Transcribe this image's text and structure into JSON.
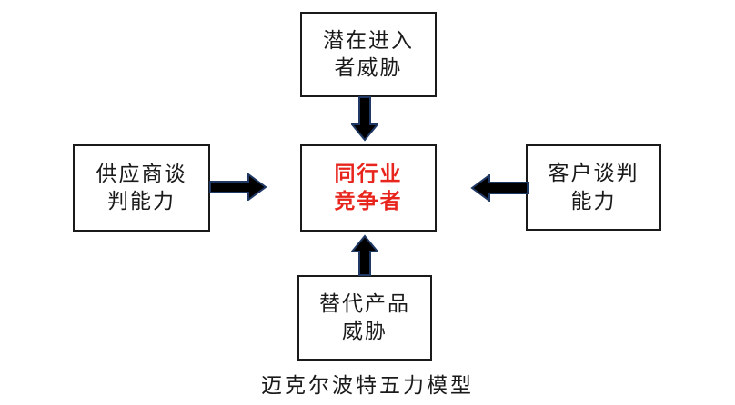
{
  "caption": "迈克尔波特五力模型",
  "nodes": {
    "top": {
      "line1": "潜在进入",
      "line2": "者威胁"
    },
    "left": {
      "line1": "供应商谈",
      "line2": "判能力"
    },
    "center": {
      "line1": "同行业",
      "line2": "竞争者"
    },
    "right": {
      "line1": "客户谈判",
      "line2": "能力"
    },
    "bottom": {
      "line1": "替代产品",
      "line2": "威胁"
    }
  },
  "colors": {
    "box_border": "#1a1a1a",
    "arrow_fill": "#000000",
    "arrow_outline": "#1f3864",
    "center_text": "#e8251d",
    "text": "#1a1a1a",
    "bg": "#ffffff"
  }
}
